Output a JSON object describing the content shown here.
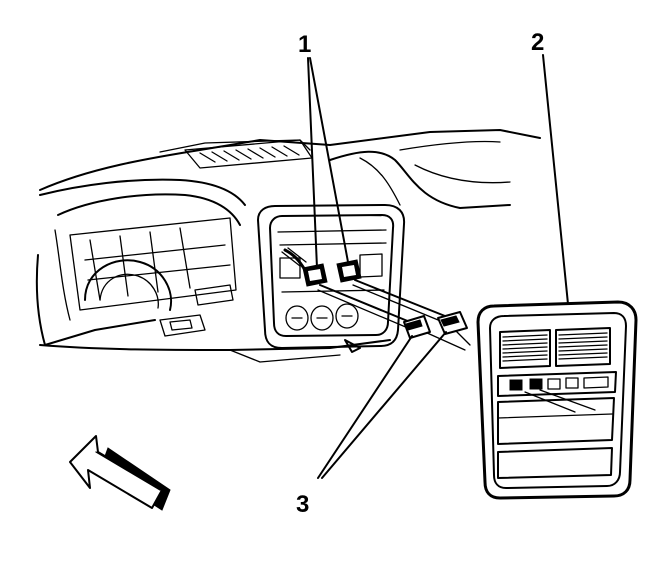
{
  "diagram": {
    "callouts": [
      {
        "id": "1",
        "label": "1"
      },
      {
        "id": "2",
        "label": "2"
      },
      {
        "id": "3",
        "label": "3"
      }
    ],
    "icons": [
      "view-direction-arrow-icon"
    ],
    "colors": {
      "ink": "#000000",
      "paper": "#ffffff"
    }
  }
}
